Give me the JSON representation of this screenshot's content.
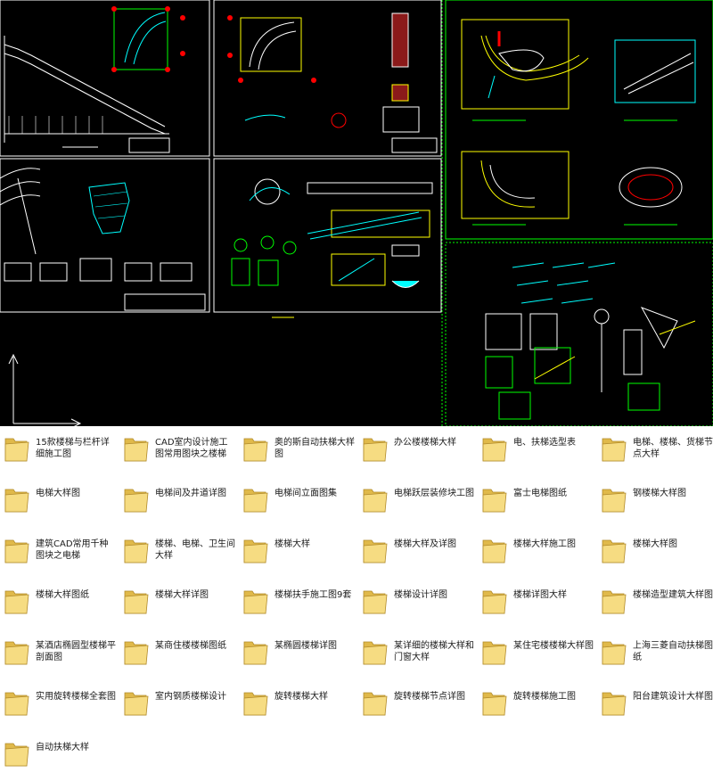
{
  "cad_preview": {
    "background": "#000000",
    "line_colors": [
      "#ffffff",
      "#00ffff",
      "#00ff00",
      "#ffff00",
      "#ff0000",
      "#ff00ff"
    ]
  },
  "folders": [
    {
      "label": "15款楼梯与栏杆详细施工图"
    },
    {
      "label": "CAD室内设计施工图常用图块之楼梯"
    },
    {
      "label": "奥的斯自动扶梯大样图"
    },
    {
      "label": "办公楼楼梯大样"
    },
    {
      "label": "电、扶梯选型表"
    },
    {
      "label": "电梯、楼梯、货梯节点大样"
    },
    {
      "label": "电梯大样图"
    },
    {
      "label": "电梯间及井道详图"
    },
    {
      "label": "电梯间立面图集"
    },
    {
      "label": "电梯跃层装修块工图"
    },
    {
      "label": "富士电梯图纸"
    },
    {
      "label": "钢楼梯大样图"
    },
    {
      "label": "建筑CAD常用千种图块之电梯"
    },
    {
      "label": "楼梯、电梯、卫生间大样"
    },
    {
      "label": "楼梯大样"
    },
    {
      "label": "楼梯大样及详图"
    },
    {
      "label": "楼梯大样施工图"
    },
    {
      "label": "楼梯大样图"
    },
    {
      "label": "楼梯大样图纸"
    },
    {
      "label": "楼梯大样详图"
    },
    {
      "label": "楼梯扶手施工图9套"
    },
    {
      "label": "楼梯设计详图"
    },
    {
      "label": "楼梯详图大样"
    },
    {
      "label": "楼梯造型建筑大样图"
    },
    {
      "label": "某酒店椭圆型楼梯平剖面图"
    },
    {
      "label": "某商住楼楼梯图纸"
    },
    {
      "label": "某椭圆楼梯详图"
    },
    {
      "label": "某详细的楼梯大样和门窗大样"
    },
    {
      "label": "某住宅楼楼梯大样图"
    },
    {
      "label": "上海三菱自动扶梯图纸"
    },
    {
      "label": "实用旋转楼梯全套图"
    },
    {
      "label": "室内钢质楼梯设计"
    },
    {
      "label": "旋转楼梯大样"
    },
    {
      "label": "旋转楼梯节点详图"
    },
    {
      "label": "旋转楼梯施工图"
    },
    {
      "label": "阳台建筑设计大样图"
    },
    {
      "label": "自动扶梯大样"
    }
  ]
}
